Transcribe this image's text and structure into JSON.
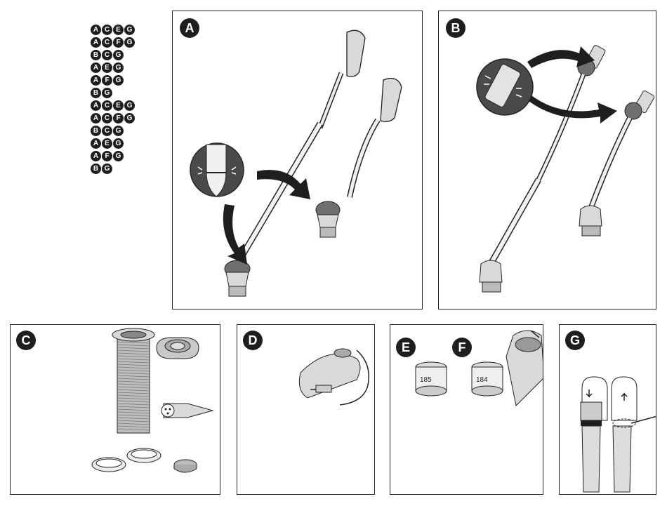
{
  "compatibility_key": {
    "rows": [
      [
        "A",
        "C",
        "E",
        "G"
      ],
      [
        "A",
        "C",
        "F",
        "G"
      ],
      [
        "B",
        "C",
        "G"
      ],
      [
        "A",
        "E",
        "G"
      ],
      [
        "A",
        "F",
        "G"
      ],
      [
        "B",
        "G"
      ],
      [
        "A",
        "C",
        "E",
        "G"
      ],
      [
        "A",
        "C",
        "F",
        "G"
      ],
      [
        "B",
        "C",
        "G"
      ],
      [
        "A",
        "E",
        "G"
      ],
      [
        "A",
        "F",
        "G"
      ],
      [
        "B",
        "G"
      ]
    ]
  },
  "panels": {
    "a": {
      "label": "A"
    },
    "b": {
      "label": "B"
    },
    "c": {
      "label": "C"
    },
    "d": {
      "label": "D"
    },
    "e": {
      "label": "E",
      "cartridge_number": "185"
    },
    "f": {
      "label": "F",
      "cartridge_number": "184"
    },
    "g": {
      "label": "G"
    }
  },
  "icons": {
    "arrow": "curved-arrow-icon",
    "zoom": "magnifier-callout-icon"
  },
  "colors": {
    "ink": "#1e1e1e",
    "part_fill": "#d9d9d9",
    "part_dark": "#8a8a8a",
    "highlight": "#6f6f6f"
  }
}
